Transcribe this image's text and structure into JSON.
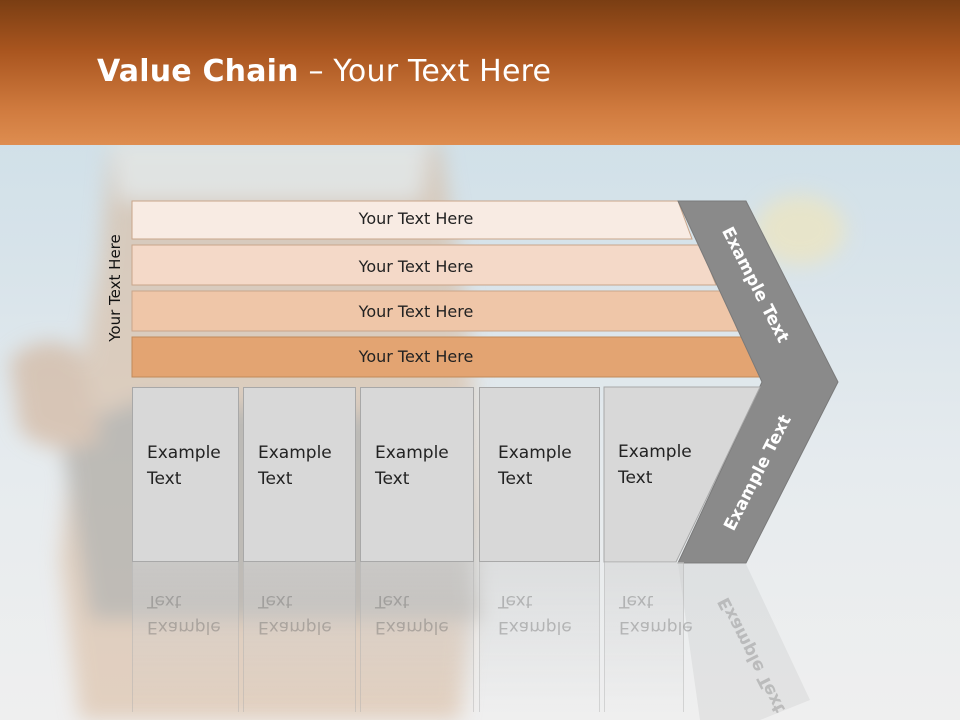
{
  "slide": {
    "title_bold": "Value Chain",
    "title_rest": " – Your Text Here",
    "side_label": "Your Text Here",
    "bars": [
      "Your Text Here",
      "Your Text Here",
      "Your Text Here",
      "Your Text Here"
    ],
    "boxes": [
      {
        "line1": "Example",
        "line2": "Text"
      },
      {
        "line1": "Example",
        "line2": "Text"
      },
      {
        "line1": "Example",
        "line2": "Text"
      },
      {
        "line1": "Example",
        "line2": "Text"
      },
      {
        "line1": "Example",
        "line2": "Text"
      }
    ],
    "chevron_top_label": "Example Text",
    "chevron_bottom_label": "Example Text"
  },
  "colors": {
    "header": "#c06a30",
    "bar1": "#f8ebe3",
    "bar2": "#f4d9c8",
    "bar3": "#efc6a8",
    "bar4": "#e3a472",
    "chevron": "#8a8a8a"
  }
}
